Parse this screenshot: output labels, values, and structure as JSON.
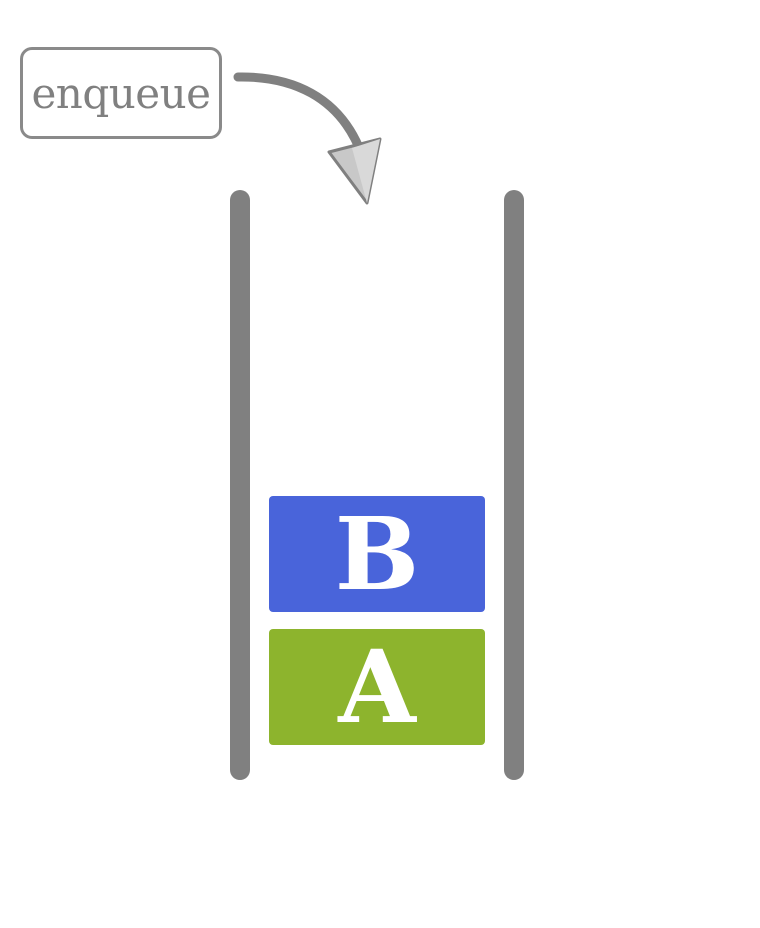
{
  "operation": {
    "label": "enqueue"
  },
  "queue": {
    "items": [
      {
        "label": "A",
        "color": "#8db42d"
      },
      {
        "label": "B",
        "color": "#4964da"
      }
    ]
  },
  "colors": {
    "wall": "#808080",
    "arrow": "#808080",
    "arrow_head_fill": "#c8c8c8",
    "label_text": "#808080"
  },
  "icons": {
    "arrow": "curved-down-arrow-icon"
  }
}
